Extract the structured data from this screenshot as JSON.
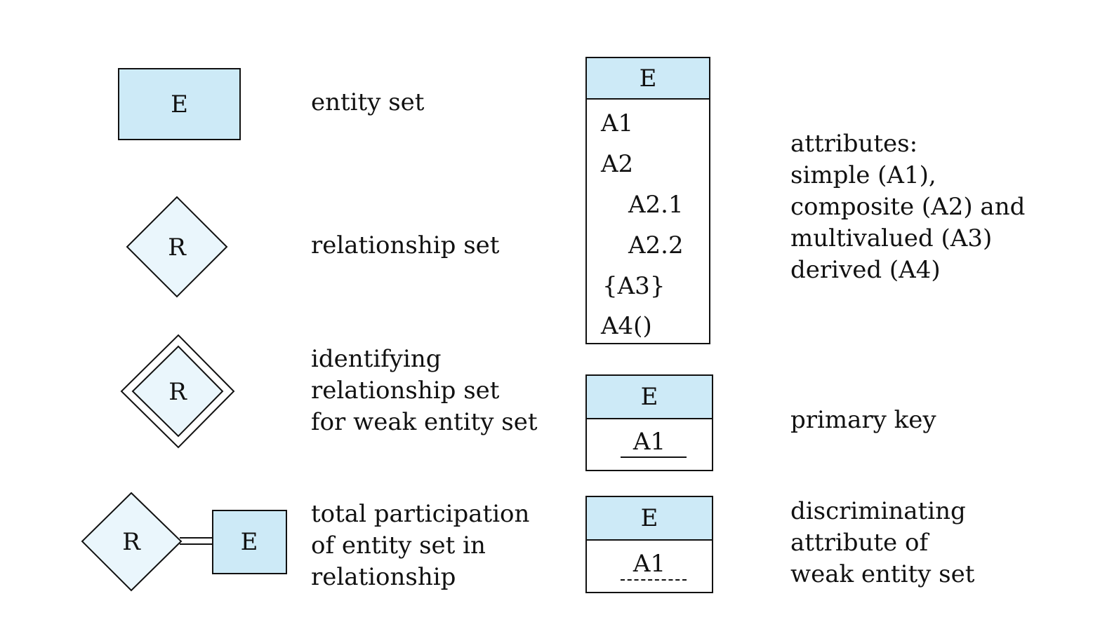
{
  "left_column": {
    "entity_set": {
      "symbol": "E",
      "label": "entity set"
    },
    "relationship_set": {
      "symbol": "R",
      "label": "relationship set"
    },
    "identifying_relationship": {
      "symbol": "R",
      "label_lines": [
        "identifying",
        "relationship set",
        "for weak entity set"
      ]
    },
    "total_participation": {
      "relationship_symbol": "R",
      "entity_symbol": "E",
      "label_lines": [
        "total participation",
        "of entity set in",
        "relationship"
      ]
    }
  },
  "right_column": {
    "attributes": {
      "entity": "E",
      "attrs": [
        "A1",
        "A2",
        "A2.1",
        "A2.2",
        "{A3}",
        "A4()"
      ],
      "label_lines": [
        "attributes:",
        "simple (A1),",
        "composite (A2) and",
        "multivalued (A3)",
        "derived (A4)"
      ]
    },
    "primary_key": {
      "entity": "E",
      "attr": "A1",
      "label": "primary key"
    },
    "discriminator": {
      "entity": "E",
      "attr": "A1",
      "label_lines": [
        "discriminating",
        "attribute of",
        "weak entity set"
      ]
    }
  },
  "colors": {
    "entity_fill": "#cdeaf7",
    "relationship_fill": "#eaf6fc",
    "stroke": "#111111"
  }
}
